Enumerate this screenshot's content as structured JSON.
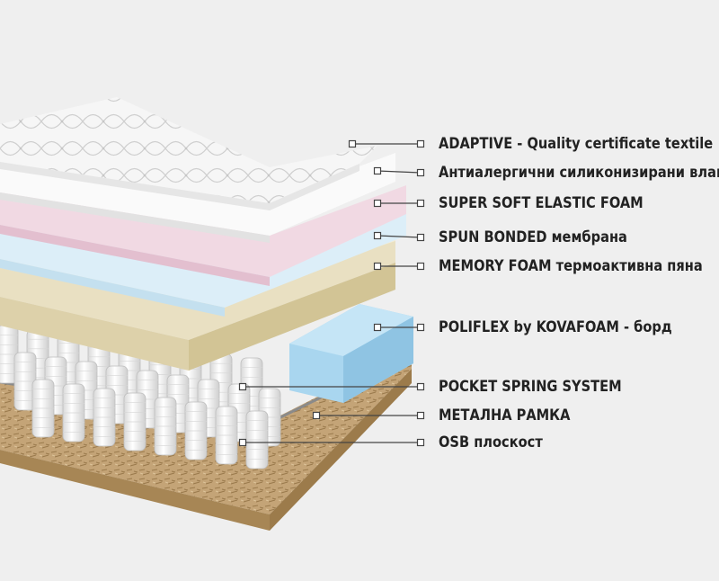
{
  "layers": [
    {
      "label": "ADAPTIVE - Quality certificate textile"
    },
    {
      "label": "Антиалергични силиконизирани влакна"
    },
    {
      "label": "SUPER SOFT ELASTIC FOAM"
    },
    {
      "label": "SPUN BONDED мембрана"
    },
    {
      "label": "MEMORY FOAM термоактивна пяна"
    },
    {
      "label": "POLIFLEX by KOVAFOAM - борд"
    },
    {
      "label": "POCKET SPRING SYSTEM"
    },
    {
      "label": "МЕТАЛНА РАМКА"
    },
    {
      "label": "OSB плоскост"
    }
  ],
  "colors": {
    "background": "#efefef",
    "label_text": "#222222",
    "leader_line": "#444444",
    "cover": "#f4f4f4",
    "fiber": "#fafafa",
    "soft_foam": "#f1d9e3",
    "membrane": "#dceef8",
    "memory_foam": "#eee6cc",
    "poliflex": "#a9d6ef",
    "springs": "#f2f2f2",
    "osb": "#c4a477"
  }
}
